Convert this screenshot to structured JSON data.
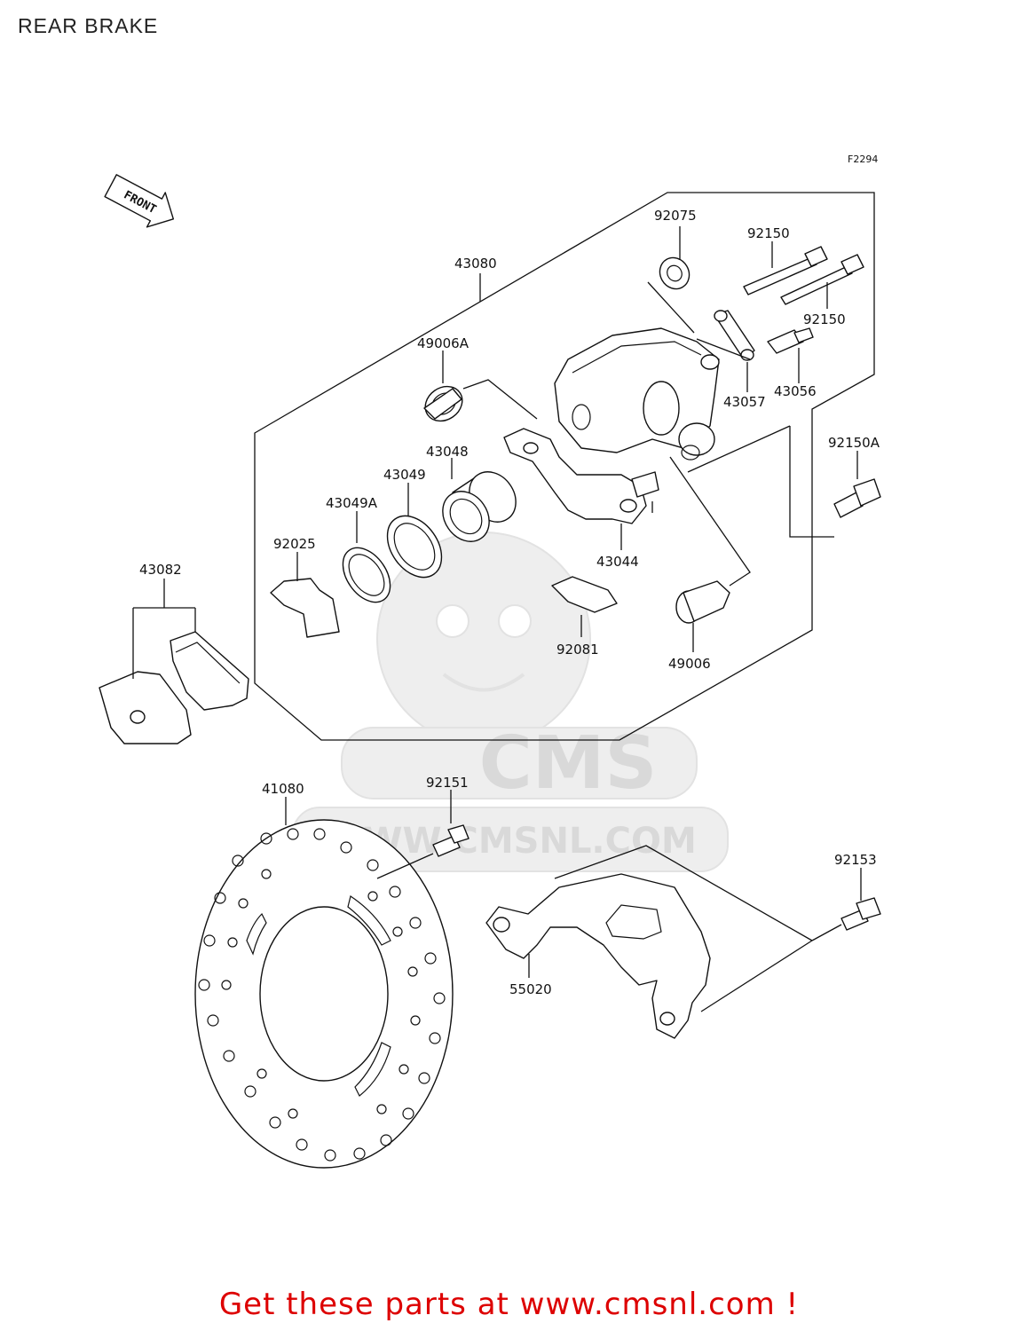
{
  "title": "REAR BRAKE",
  "figure_code": "F2294",
  "front_label": "FRONT",
  "watermark": {
    "logo_text": "CMS",
    "url_text": "WWW.CMSNL.COM"
  },
  "part_labels": {
    "p43080": "43080",
    "p92075": "92075",
    "p92150_top": "92150",
    "p92150_bottom": "92150",
    "p49006a": "49006A",
    "p43057": "43057",
    "p43056": "43056",
    "p43048": "43048",
    "p43049": "43049",
    "p43049a": "43049A",
    "p92025": "92025",
    "p43044": "43044",
    "p92150a": "92150A",
    "p92081": "92081",
    "p49006": "49006",
    "p43082": "43082",
    "p41080": "41080",
    "p92151": "92151",
    "p92153": "92153",
    "p55020": "55020"
  },
  "footer": {
    "promo_text": "Get these parts at www.cmsnl.com !",
    "promo_color": "#dd0000"
  }
}
